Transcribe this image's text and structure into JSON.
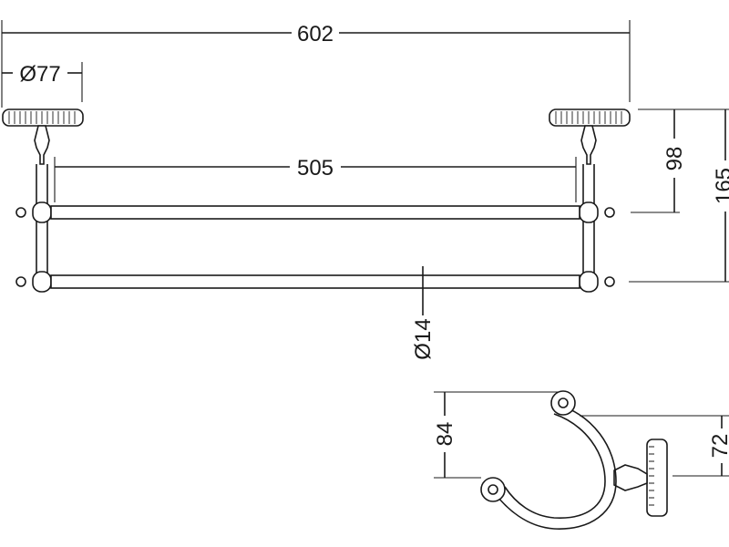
{
  "drawing": {
    "dimensions": {
      "overall_width": "602",
      "flange_diameter": "Ø77",
      "rail_span": "505",
      "upper_rail_drop": "98",
      "lower_rail_drop": "165",
      "rail_diameter": "Ø14",
      "hook_height": "84",
      "hook_drop": "72"
    }
  }
}
